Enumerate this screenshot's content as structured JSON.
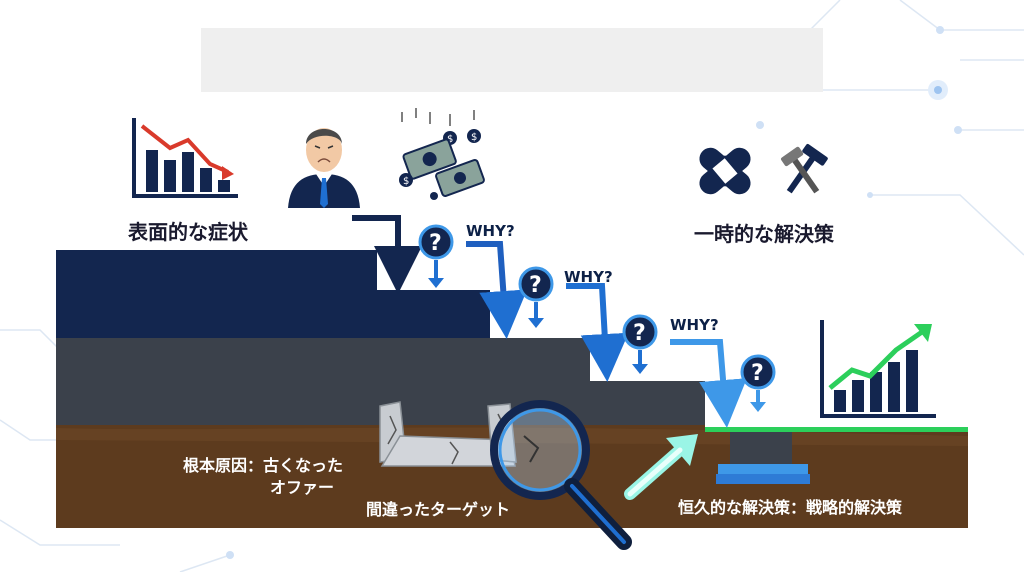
{
  "title": "",
  "labels": {
    "symptoms": "表面的な症状",
    "temporary_fix": "一時的な解決策",
    "why": "WHY?",
    "root_cause_line1": "根本原因：古くなった",
    "root_cause_line2": "オファー",
    "wrong_target": "間違ったターゲット",
    "permanent_fix": "恒久的な解決策：戦略的解決策"
  },
  "icons": [
    "declining-chart-icon",
    "worried-businessman-icon",
    "losing-money-icon",
    "bandage-icon",
    "tools-icon",
    "question-icon",
    "magnifier-icon",
    "rising-chart-icon",
    "up-arrow-icon"
  ],
  "colors": {
    "navy": "#13264f",
    "slate": "#3b414b",
    "soil": "#5a3a1d",
    "arrow_blue": "#1f6fd1",
    "green": "#2ccf5b",
    "red": "#d93a2b"
  }
}
